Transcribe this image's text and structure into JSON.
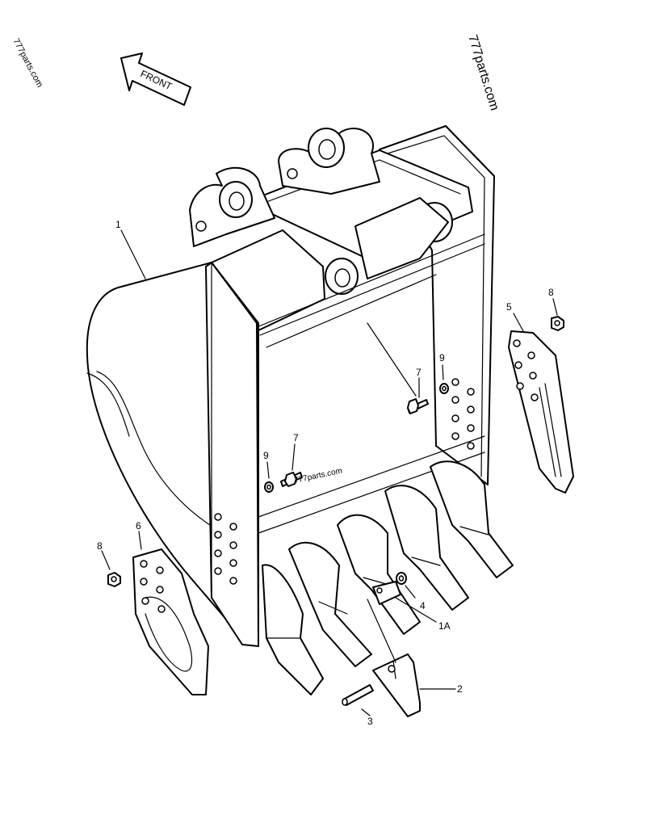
{
  "watermarks": {
    "top_left": "777parts.com",
    "top_right": "777parts.com",
    "center": "777parts.com"
  },
  "direction_arrow": "FRONT",
  "callouts": {
    "c1": "1",
    "c2": "2",
    "c3": "3",
    "c4": "4",
    "c1A": "1A",
    "c5": "5",
    "c6": "6",
    "c7_right": "7",
    "c7_left": "7",
    "c8_right": "8",
    "c8_left": "8",
    "c9_right": "9",
    "c9_left": "9"
  }
}
